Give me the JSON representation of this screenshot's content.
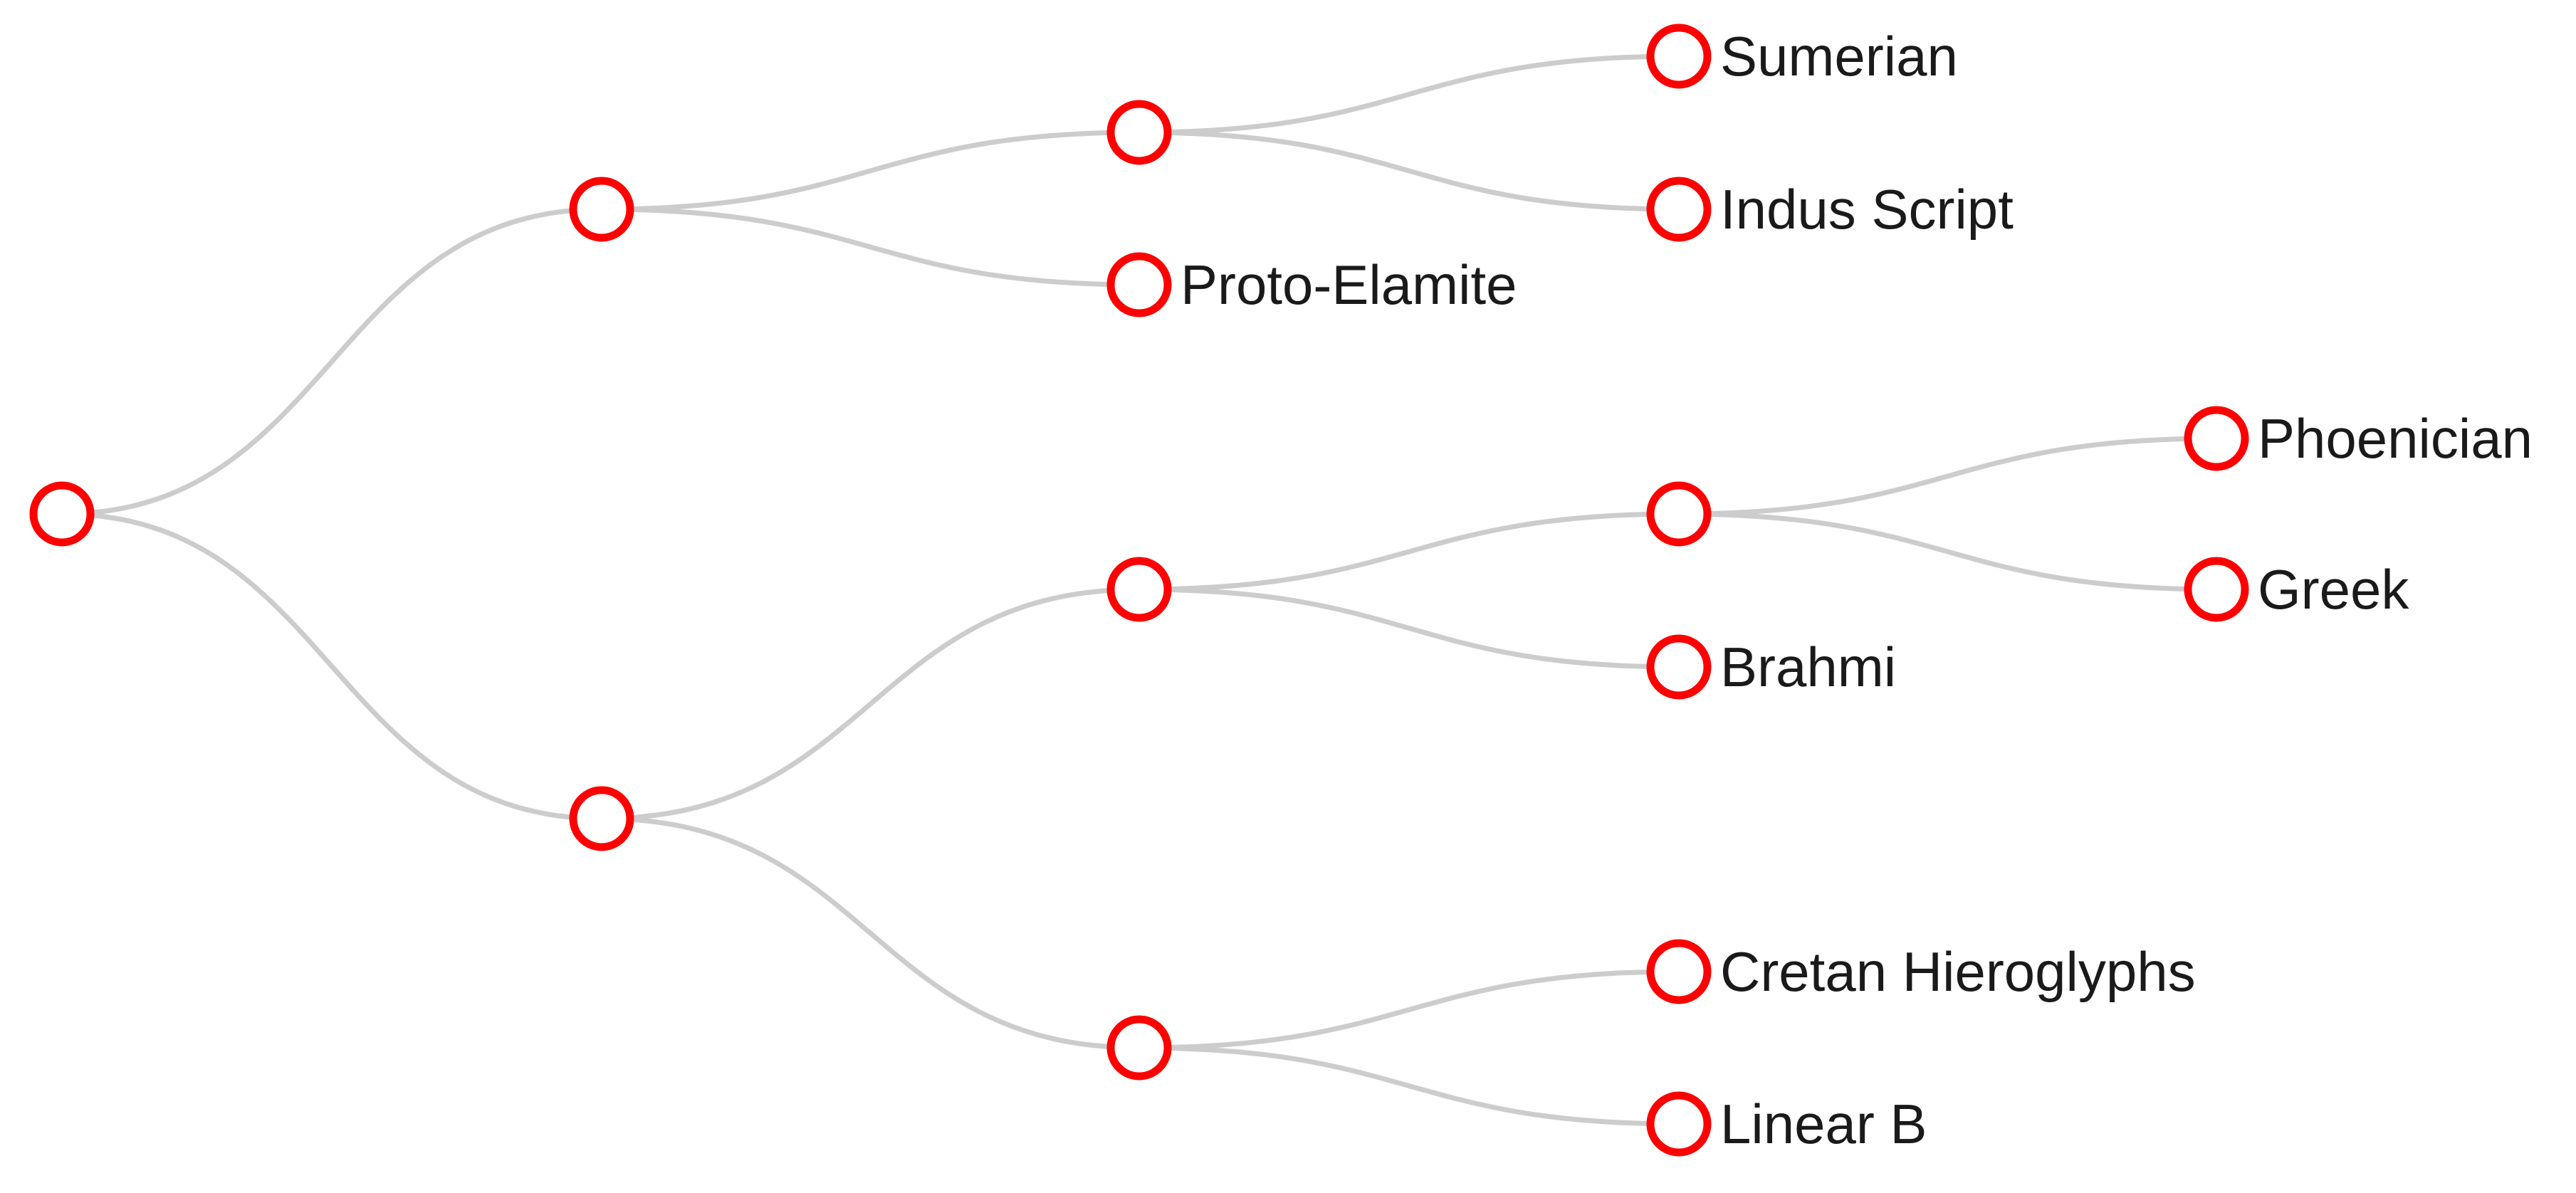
{
  "colors": {
    "node_stroke": "#ff0000",
    "link_stroke": "#cccccc",
    "label_text": "#1a1a1a",
    "background": "#ffffff"
  },
  "tree": {
    "id": "root",
    "children": [
      {
        "id": "group-a",
        "children": [
          {
            "id": "group-a1",
            "children": [
              {
                "id": "sumerian",
                "label": "Sumerian"
              },
              {
                "id": "indus-script",
                "label": "Indus Script"
              }
            ]
          },
          {
            "id": "proto-elamite",
            "label": "Proto-Elamite"
          }
        ]
      },
      {
        "id": "group-b",
        "children": [
          {
            "id": "group-b1",
            "children": [
              {
                "id": "group-b1a",
                "children": [
                  {
                    "id": "phoenician",
                    "label": "Phoenician"
                  },
                  {
                    "id": "greek",
                    "label": "Greek"
                  }
                ]
              },
              {
                "id": "brahmi",
                "label": "Brahmi"
              }
            ]
          },
          {
            "id": "group-b2",
            "children": [
              {
                "id": "cretan-hieroglyphs",
                "label": "Cretan Hieroglyphs"
              },
              {
                "id": "linear-b",
                "label": "Linear B"
              }
            ]
          }
        ]
      }
    ]
  }
}
